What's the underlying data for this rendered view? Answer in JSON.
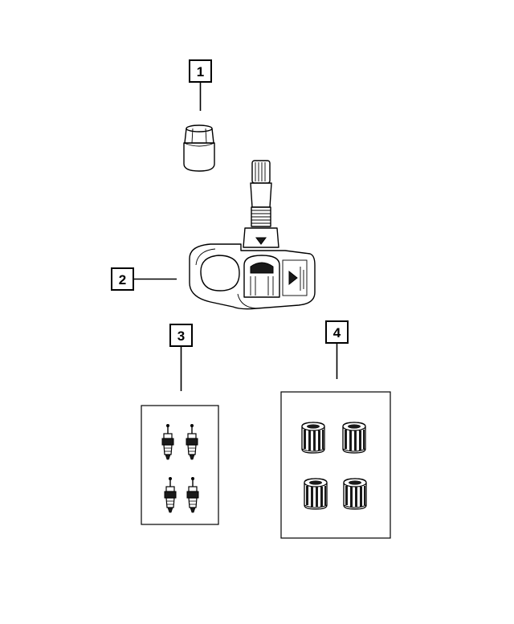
{
  "callouts": [
    {
      "id": "1",
      "label": "1"
    },
    {
      "id": "2",
      "label": "2"
    },
    {
      "id": "3",
      "label": "3"
    },
    {
      "id": "4",
      "label": "4"
    }
  ],
  "parts": [
    {
      "callout": "1",
      "icon": "hex-nut-icon"
    },
    {
      "callout": "2",
      "icon": "tire-pressure-sensor-icon"
    },
    {
      "callout": "3",
      "icon": "valve-core-icon",
      "count": 4
    },
    {
      "callout": "4",
      "icon": "valve-cap-icon",
      "count": 4
    }
  ]
}
